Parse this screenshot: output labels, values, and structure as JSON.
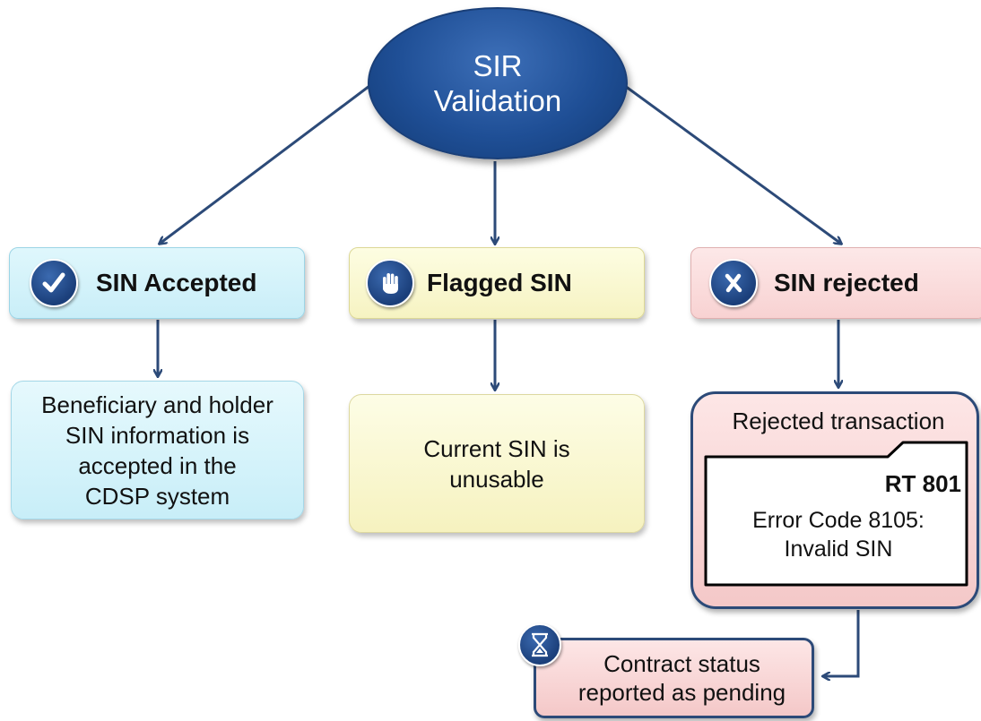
{
  "top_node": {
    "line1": "SIR",
    "line2": "Validation"
  },
  "branches": {
    "accepted": {
      "header": "SIN Accepted",
      "icon": "checkmark-icon",
      "body": [
        "Beneficiary and holder",
        "SIN information is",
        "accepted in the",
        "CDSP system"
      ]
    },
    "flagged": {
      "header": "Flagged SIN",
      "icon": "hand-stop-icon",
      "body": [
        "Current SIN is",
        "unusable"
      ]
    },
    "rejected": {
      "header": "SIN rejected",
      "icon": "x-mark-icon",
      "box_title": "Rejected transaction",
      "record_type": "RT 801",
      "error_lines": [
        "Error Code 8105:",
        "Invalid SIN"
      ]
    }
  },
  "pending": {
    "icon": "hourglass-icon",
    "lines": [
      "Contract status",
      "reported as pending"
    ]
  },
  "colors": {
    "navy": "#1f4f96",
    "accepted_bg": "#d4f3fa",
    "flagged_bg": "#fafad2",
    "rejected_bg": "#fadcdc",
    "arrow": "#2c4a78"
  }
}
